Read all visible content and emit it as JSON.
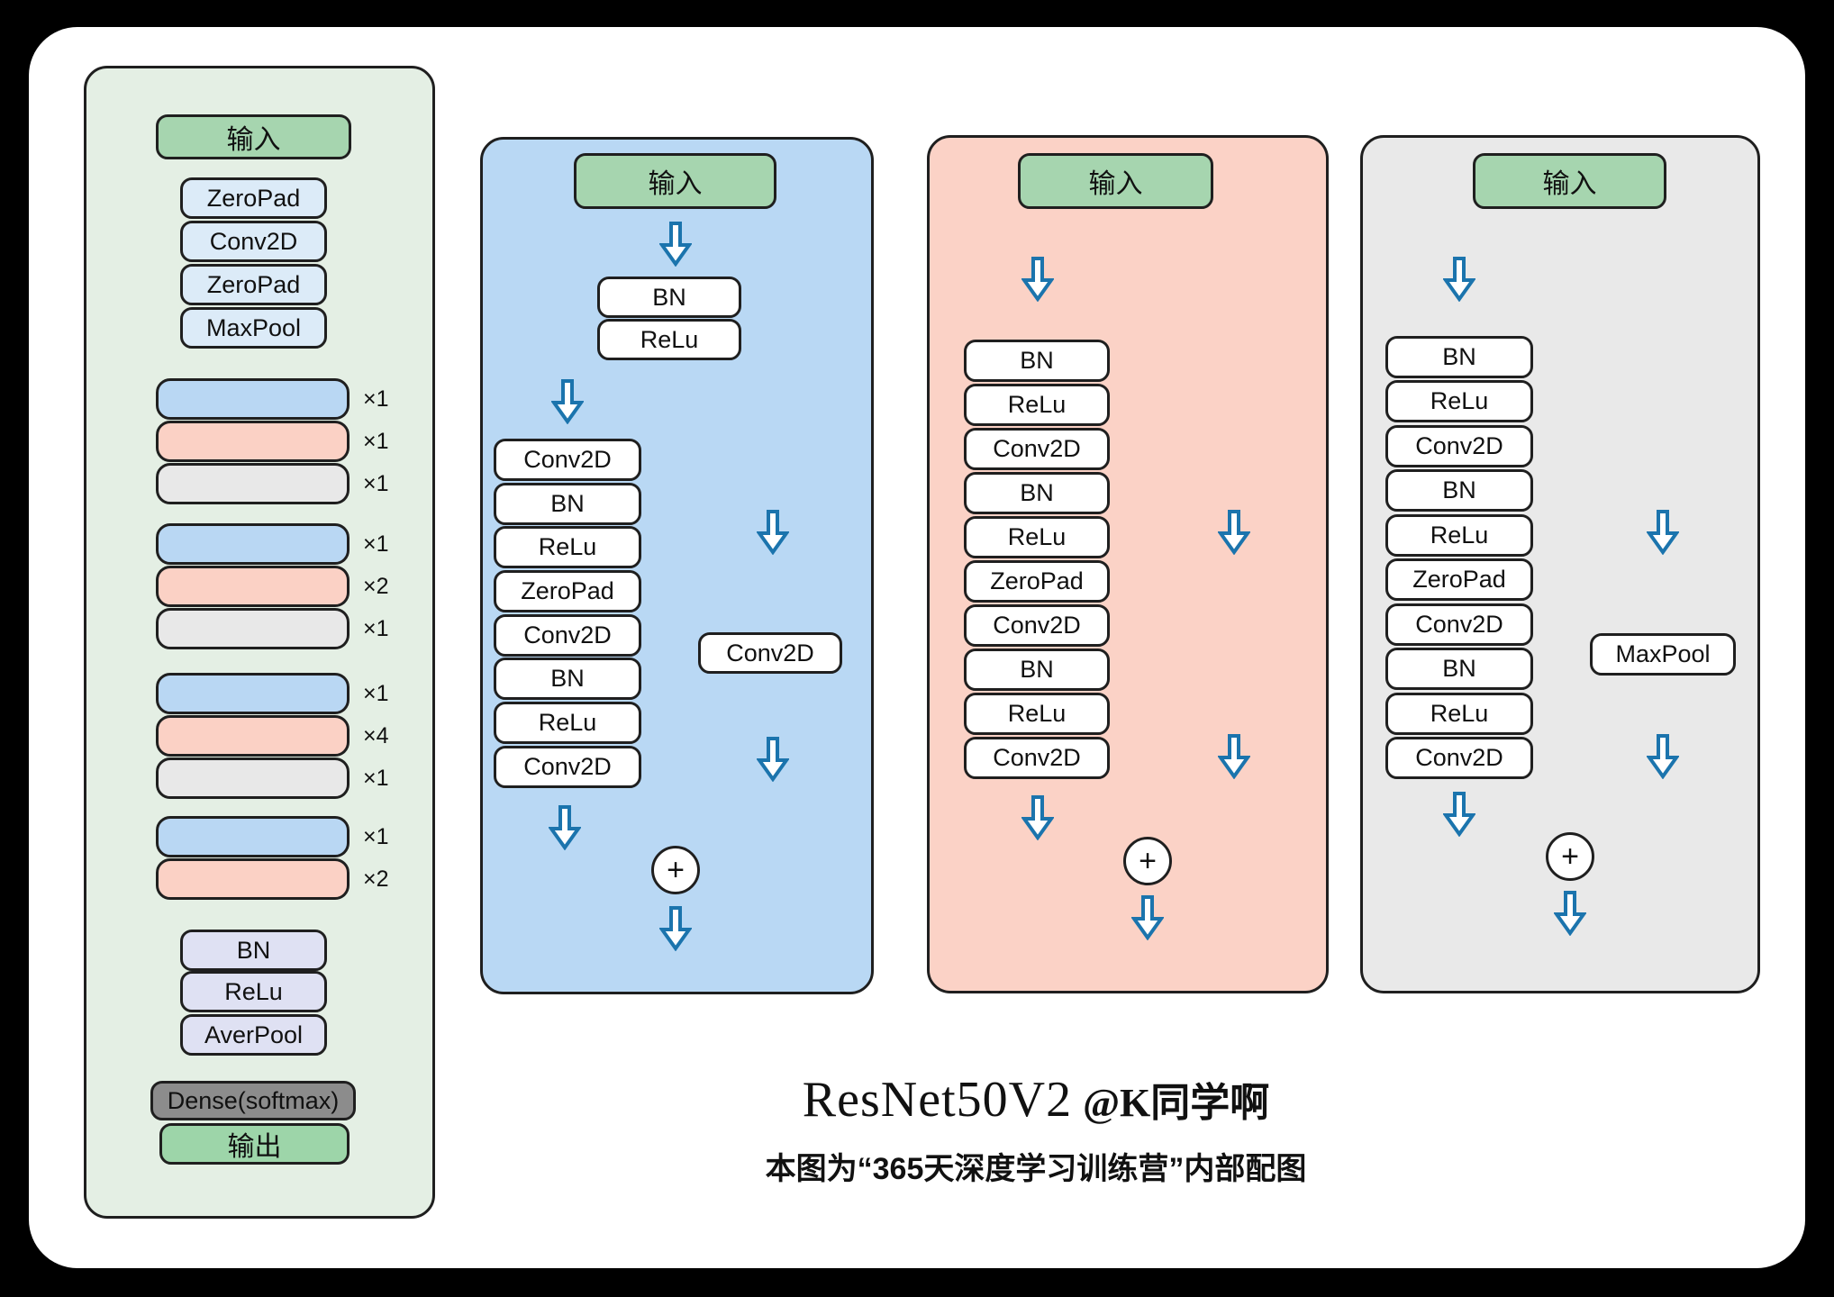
{
  "page": {
    "title_main": "ResNet50V2",
    "title_author": "@K同学啊",
    "subtitle": "本图为“365天深度学习训练营”内部配图"
  },
  "colors": {
    "arrow_blue": "#1b74ad",
    "panel_green": "#e4efe4",
    "panel_blue": "#b9d8f4",
    "panel_pink": "#fbd2c6",
    "panel_gray": "#e9e9e9",
    "input_green": "#a6d5af",
    "output_green": "#9dd5a9",
    "stem_blue": "#dcebf8",
    "stage_blue": "#b9d7f3",
    "stage_pink": "#fbd1c5",
    "stage_gray": "#e8e8e8",
    "lavender": "#dfe1f3",
    "dense_gray": "#8c8c8c"
  },
  "left_panel": {
    "input": "输入",
    "stem": [
      "ZeroPad",
      "Conv2D",
      "ZeroPad",
      "MaxPool"
    ],
    "stage_counts": [
      [
        "×1",
        "×1",
        "×1"
      ],
      [
        "×1",
        "×2",
        "×1"
      ],
      [
        "×1",
        "×4",
        "×1"
      ],
      [
        "×1",
        "×2"
      ]
    ],
    "head": [
      "BN",
      "ReLu",
      "AverPool"
    ],
    "dense": "Dense(softmax)",
    "output": "输出"
  },
  "conv_block": {
    "input": "输入",
    "pre": [
      "BN",
      "ReLu"
    ],
    "main": [
      "Conv2D",
      "BN",
      "ReLu",
      "ZeroPad",
      "Conv2D",
      "BN",
      "ReLu",
      "Conv2D"
    ],
    "shortcut": "Conv2D",
    "plus": "+"
  },
  "identity_block": {
    "input": "输入",
    "main": [
      "BN",
      "ReLu",
      "Conv2D",
      "BN",
      "ReLu",
      "ZeroPad",
      "Conv2D",
      "BN",
      "ReLu",
      "Conv2D"
    ],
    "plus": "+"
  },
  "pool_block": {
    "input": "输入",
    "main": [
      "BN",
      "ReLu",
      "Conv2D",
      "BN",
      "ReLu",
      "ZeroPad",
      "Conv2D",
      "BN",
      "ReLu",
      "Conv2D"
    ],
    "shortcut": "MaxPool",
    "plus": "+"
  }
}
